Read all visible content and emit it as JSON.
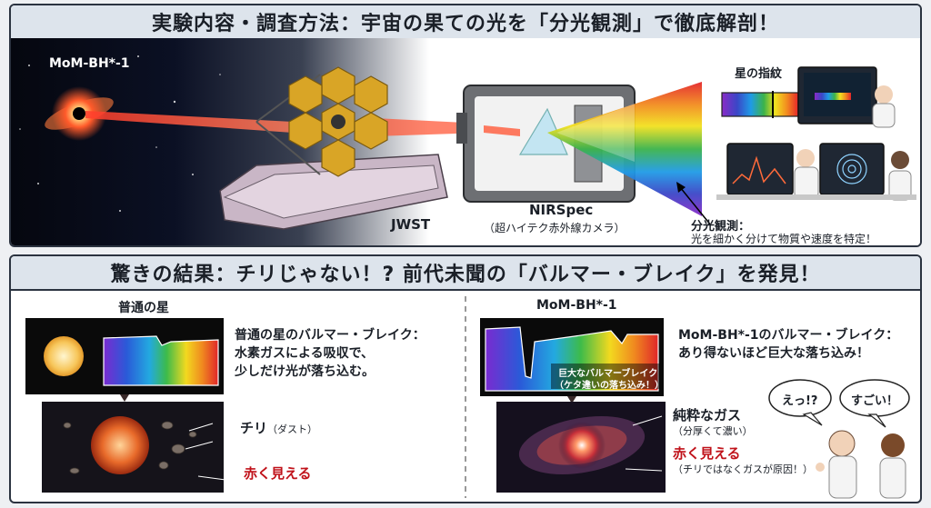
{
  "top": {
    "title": "実験内容・調査方法：宇宙の果ての光を「分光観測」で徹底解剖！",
    "object_label": "MoM-BH*-1",
    "telescope_label": "JWST",
    "instrument_name": "NIRSpec",
    "instrument_desc": "（超ハイテク赤外線カメラ）",
    "fingerprint_label": "星の指紋",
    "spectroscopy_title": "分光観測：",
    "spectroscopy_desc": "光を細かく分けて物質や速度を特定！"
  },
  "bottom": {
    "title": "驚きの結果：チリじゃない！? 前代未聞の「バルマー・ブレイク」を発見！",
    "left": {
      "heading": "普通の星",
      "desc_line1": "普通の星のバルマー・ブレイク：",
      "desc_line2": "水素ガスによる吸収で、",
      "desc_line3": "少しだけ光が落ち込む。",
      "dust_label": "チリ",
      "dust_sub": "（ダスト）",
      "red_label": "赤く見える"
    },
    "right": {
      "heading": "MoM-BH*-1",
      "desc_line1": "MoM-BH*-1のバルマー・ブレイク：",
      "desc_line2": "あり得ないほど巨大な落ち込み！",
      "spectrum_note1": "巨大なバルマーブレイク",
      "spectrum_note2": "（ケタ違いの落ち込み！）",
      "gas_label": "純粋なガス",
      "gas_sub": "（分厚くて濃い）",
      "red_label": "赤く見える",
      "red_sub": "（チリではなくガスが原因！）",
      "bubble1": "えっ!?",
      "bubble2": "すごい！"
    }
  },
  "colors": {
    "panel_border": "#2b3340",
    "header_bg": "#dde4ec",
    "beam": "#e8463a",
    "accent_red": "#c0121a"
  }
}
